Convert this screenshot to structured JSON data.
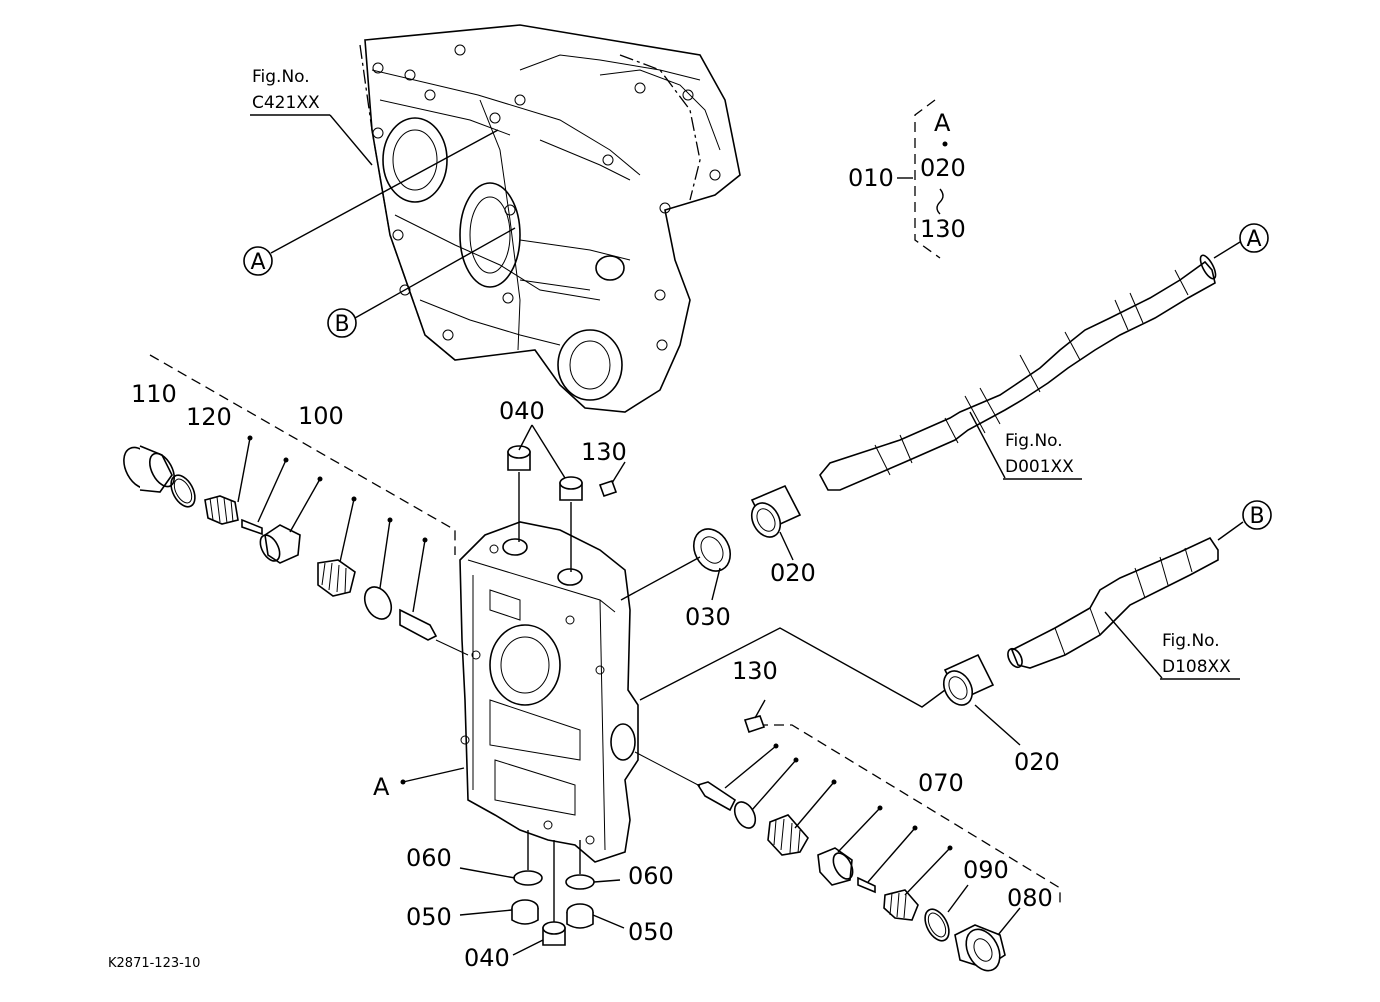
{
  "diagram_code": "K2871-123-10",
  "assembly": {
    "parent": "010",
    "top": "A",
    "range_from": "020",
    "range_to": "130"
  },
  "figure_refs": {
    "c421": {
      "label": "Fig.No.",
      "number": "C421XX"
    },
    "d001": {
      "label": "Fig.No.",
      "number": "D001XX"
    },
    "d108": {
      "label": "Fig.No.",
      "number": "D108XX"
    }
  },
  "callouts": {
    "a": "A",
    "b": "B"
  },
  "housing_label": "A",
  "part_numbers": {
    "p110": "110",
    "p120": "120",
    "p100": "100",
    "p040_top": "040",
    "p130_top": "130",
    "p020_upper": "020",
    "p030": "030",
    "p130_mid": "130",
    "p020_lower": "020",
    "p070": "070",
    "p090": "090",
    "p080": "080",
    "p060_left": "060",
    "p060_right": "060",
    "p050_left": "050",
    "p050_right": "050",
    "p040_bottom": "040"
  }
}
